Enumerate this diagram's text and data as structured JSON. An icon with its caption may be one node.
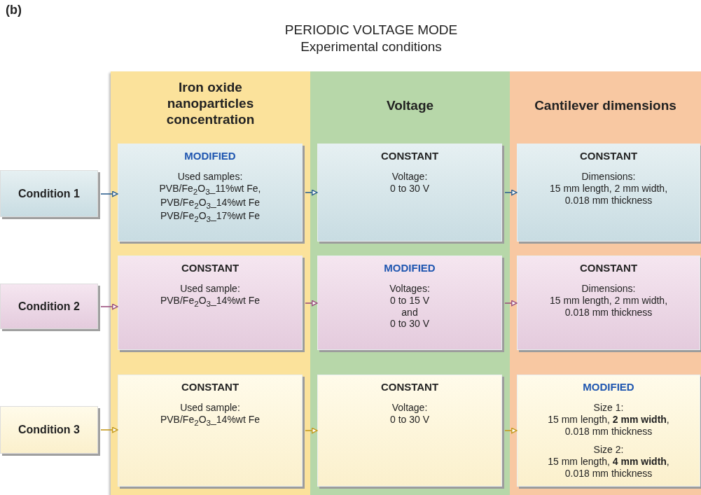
{
  "diagram": {
    "title": "PERIODIC VOLTAGE MODE",
    "nodes": [
      {
        "text": [
          "Iron oxide nanoparticles concentration"
        ]
      },
      {
        "text": [
          "Voltage"
        ]
      },
      {
        "text": [
          "Cantilever dimensions"
        ]
      },
      {
        "text": [
          "Condition 1"
        ]
      },
      {
        "text": [
          "MODIFIED",
          "Used samples:",
          "PVB/Fe$_{2}$O$_{3}$_11%wt Fe, PVB/Fe$_{2}$O$_{3}$_14%wt Fe PVB/Fe$_{2}$O$_{3}$_17%wt Fe"
        ],
        "in": 0
      },
      {
        "text": [
          "CONSTANT",
          "Voltage:",
          "0 to 30 V"
        ],
        "in": 1
      },
      {
        "text": [
          "CONSTANT",
          "Dimensions:",
          "15 mm length, 2 mm width, 0.018 mm thickness"
        ],
        "in": 2
      },
      {
        "text": [
          "Condition 2"
        ]
      },
      {
        "text": [
          "CONSTANT",
          "Used sample:",
          "PVB/Fe$_{2}$O$_{3}$_14%wt Fe"
        ],
        "in": 0
      },
      {
        "text": [
          "MODIFIED",
          "Voltages:",
          "0 to 15 V",
          "and",
          "0 to 30 V"
        ],
        "in": 1
      },
      {
        "text": [
          "CONSTANT",
          "Dimensions:",
          "15 mm length, 2 mm width, 0.018 mm thickness"
        ],
        "in": 2
      },
      {
        "text": [
          "Condition 3"
        ]
      },
      {
        "text": [
          "CONSTANT",
          "Used sample:",
          "PVB/Fe$_{2}$O$_{3}$_14%wt Fe"
        ],
        "in": 0
      },
      {
        "text": [
          "CONSTANT",
          "Voltage:",
          "0 to 30 V"
        ],
        "in": 1
      },
      {
        "text": [
          "MODIFIED",
          "Size 1:",
          "15 mm length, **2 mm width**, 0.018 mm thickness",
          "Size 2:",
          "15 mm length, **4 mm width**, 0.018 mm thickness"
        ],
        "in": 2
      }
    ],
    "edges": [
      {
        "from": 3,
        "to": 4,
        "arrow": "to",
        "color": "#2f6190"
      },
      {
        "from": 4,
        "to": 5,
        "arrow": "to",
        "color": "#2f6190"
      },
      {
        "from": 5,
        "to": 6,
        "arrow": "to",
        "color": "#2f6190"
      },
      {
        "from": 7,
        "to": 8,
        "arrow": "to",
        "color": "#9b4f7d"
      },
      {
        "from": 8,
        "to": 9,
        "arrow": "to",
        "color": "#9b4f7d"
      },
      {
        "from": 9,
        "to": 10,
        "arrow": "to",
        "color": "#9b4f7d"
      },
      {
        "from": 11,
        "to": 12,
        "arrow": "to",
        "color": "#c49a1e"
      },
      {
        "from": 12,
        "to": 13,
        "arrow": "to",
        "color": "#c49a1e"
      },
      {
        "from": 13,
        "to": 14,
        "arrow": "to",
        "color": "#c49a1e"
      }
    ],
    "labels": [
      "(b)",
      "Experimental conditions"
    ]
  }
}
